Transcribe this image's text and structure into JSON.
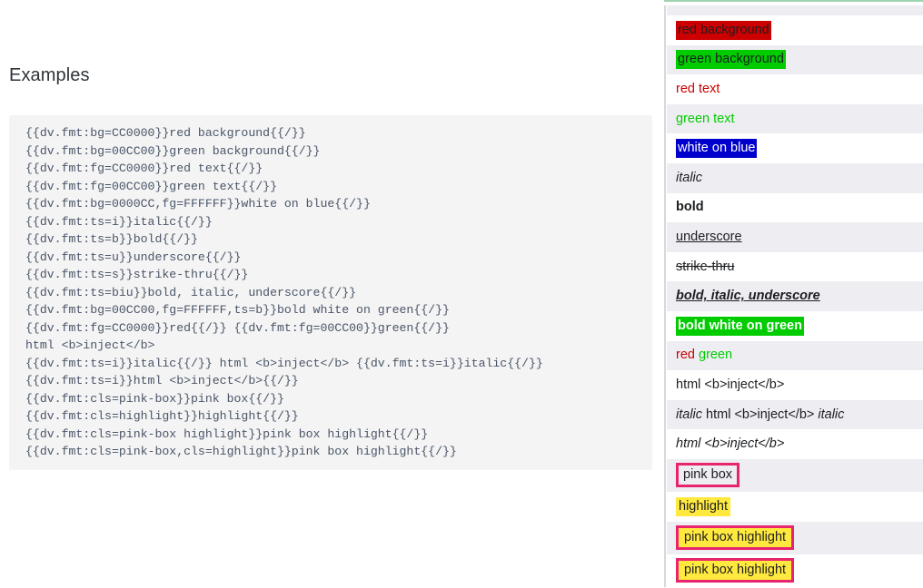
{
  "heading": "Examples",
  "code_block": {
    "lines": [
      "{{dv.fmt:bg=CC0000}}red background{{/}}",
      "{{dv.fmt:bg=00CC00}}green background{{/}}",
      "{{dv.fmt:fg=CC0000}}red text{{/}}",
      "{{dv.fmt:fg=00CC00}}green text{{/}}",
      "{{dv.fmt:bg=0000CC,fg=FFFFFF}}white on blue{{/}}",
      "{{dv.fmt:ts=i}}italic{{/}}",
      "{{dv.fmt:ts=b}}bold{{/}}",
      "{{dv.fmt:ts=u}}underscore{{/}}",
      "{{dv.fmt:ts=s}}strike-thru{{/}}",
      "{{dv.fmt:ts=biu}}bold, italic, underscore{{/}}",
      "{{dv.fmt:bg=00CC00,fg=FFFFFF,ts=b}}bold white on green{{/}}",
      "{{dv.fmt:fg=CC0000}}red{{/}} {{dv.fmt:fg=00CC00}}green{{/}}",
      "html <b>inject</b>",
      "{{dv.fmt:ts=i}}italic{{/}} html <b>inject</b> {{dv.fmt:ts=i}}italic{{/}}",
      "{{dv.fmt:ts=i}}html <b>inject</b>{{/}}",
      "{{dv.fmt:cls=pink-box}}pink box{{/}}",
      "{{dv.fmt:cls=highlight}}highlight{{/}}",
      "{{dv.fmt:cls=pink-box highlight}}pink box highlight{{/}}",
      "{{dv.fmt:cls=pink-box,cls=highlight}}pink box highlight{{/}}"
    ]
  },
  "results": {
    "rows": [
      {
        "text": "red background"
      },
      {
        "text": "green background"
      },
      {
        "text": "red text"
      },
      {
        "text": "green text"
      },
      {
        "text": "white on blue"
      },
      {
        "text": "italic"
      },
      {
        "text": "bold"
      },
      {
        "text": "underscore"
      },
      {
        "text": "strike-thru"
      },
      {
        "text": "bold, italic, underscore"
      },
      {
        "text": "bold white on green"
      },
      {
        "text_a": "red",
        "text_b": "green"
      },
      {
        "text": "html <b>inject</b>"
      },
      {
        "text_a": "italic",
        "text_b": "html <b>inject</b>",
        "text_c": "italic"
      },
      {
        "text": "html <b>inject</b>"
      },
      {
        "text": "pink box"
      },
      {
        "text": "highlight"
      },
      {
        "text": "pink box highlight"
      },
      {
        "text": "pink box highlight"
      }
    ]
  },
  "colors": {
    "red": "#CC0000",
    "green": "#00CC00",
    "blue": "#0000CC",
    "white": "#FFFFFF",
    "pink_border": "#E8246F",
    "highlight_yellow": "#FFE93F",
    "code_bg": "#F4F4F4",
    "stripe": "#EEEEF2",
    "top_rule": "#9ED5B0"
  }
}
